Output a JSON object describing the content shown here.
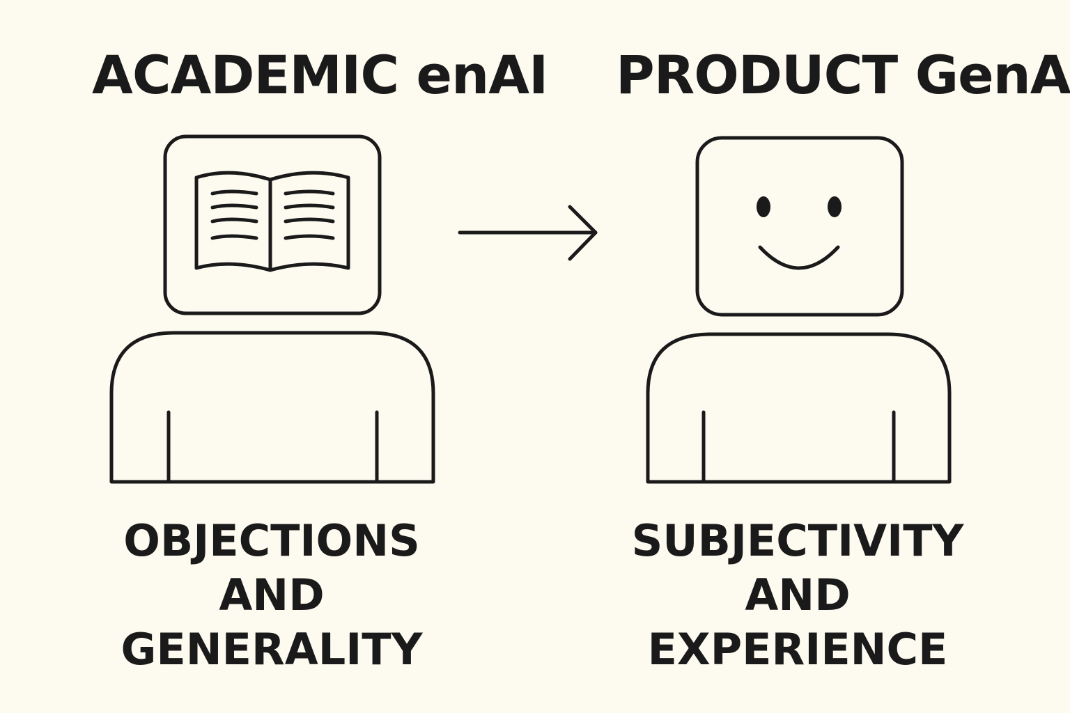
{
  "left": {
    "title": "ACADEMIC enAI",
    "caption_lines": [
      "OBJECTIONS",
      "AND",
      "GENERALITY"
    ],
    "head_icon": "open-book-icon"
  },
  "right": {
    "title": "PRODUCT GenAI",
    "caption_lines": [
      "SUBJECTIVITY",
      "AND",
      "EXPERIENCE"
    ],
    "head_icon": "smiley-face-icon"
  },
  "connector_icon": "arrow-right-icon",
  "colors": {
    "background": "#fdfaf0",
    "stroke": "#1a1a1a"
  }
}
